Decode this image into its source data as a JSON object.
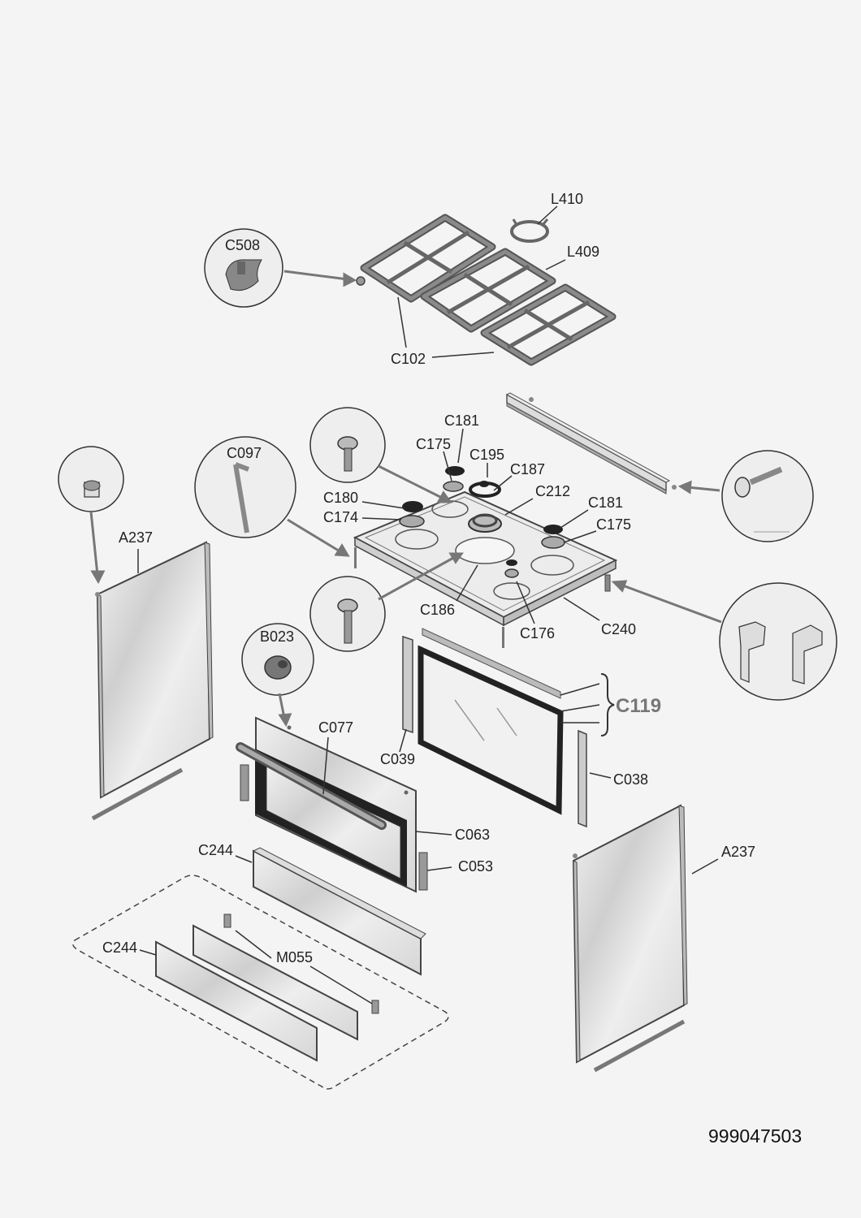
{
  "labels": {
    "L410": "L410",
    "L409": "L409",
    "C508": "C508",
    "C102": "C102",
    "C181a": "C181",
    "C175a": "C175",
    "C195": "C195",
    "C187": "C187",
    "C212": "C212",
    "C181b": "C181",
    "C175b": "C175",
    "C180": "C180",
    "C174": "C174",
    "C097": "C097",
    "A237a": "A237",
    "C186": "C186",
    "C176": "C176",
    "C240": "C240",
    "B023": "B023",
    "C077": "C077",
    "C039": "C039",
    "C119": "C119",
    "C038": "C038",
    "C063": "C063",
    "C244a": "C244",
    "C053": "C053",
    "A237b": "A237",
    "C244b": "C244",
    "M055": "M055"
  },
  "document_number": "999047503"
}
